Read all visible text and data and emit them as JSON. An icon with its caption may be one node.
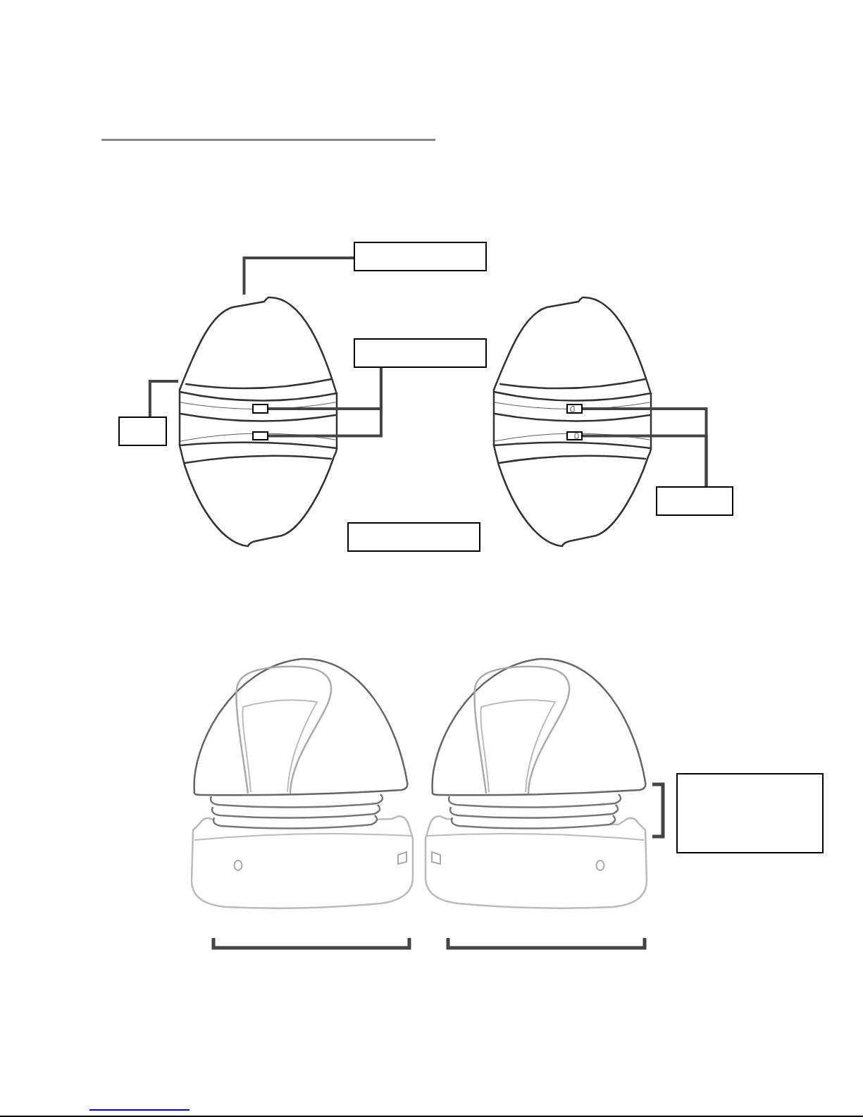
{
  "diagram": {
    "nodes": [
      {
        "text": [],
        "shape": "box"
      },
      {
        "text": [],
        "shape": "picture"
      },
      {
        "text": [],
        "shape": "picture"
      },
      {
        "text": [],
        "shape": "box"
      },
      {
        "text": [],
        "shape": "box",
        "in": 1
      },
      {
        "text": [],
        "shape": "box",
        "in": 2
      },
      {
        "text": [],
        "shape": "box"
      },
      {
        "text": [],
        "shape": "box",
        "in": 1
      },
      {
        "text": [],
        "shape": "box",
        "in": 2
      },
      {
        "text": [],
        "shape": "box"
      },
      {
        "text": [],
        "shape": "box"
      },
      {
        "text": [],
        "shape": "box"
      }
    ],
    "edges": [
      {
        "from": 0,
        "to": 1,
        "arrow": "none"
      },
      {
        "from": 3,
        "to": 4,
        "arrow": "none"
      },
      {
        "from": 3,
        "to": 7,
        "arrow": "none"
      },
      {
        "from": 6,
        "to": 1,
        "arrow": "none"
      },
      {
        "from": 9,
        "to": 5,
        "arrow": "none"
      },
      {
        "from": 9,
        "to": 8,
        "arrow": "none"
      }
    ]
  }
}
